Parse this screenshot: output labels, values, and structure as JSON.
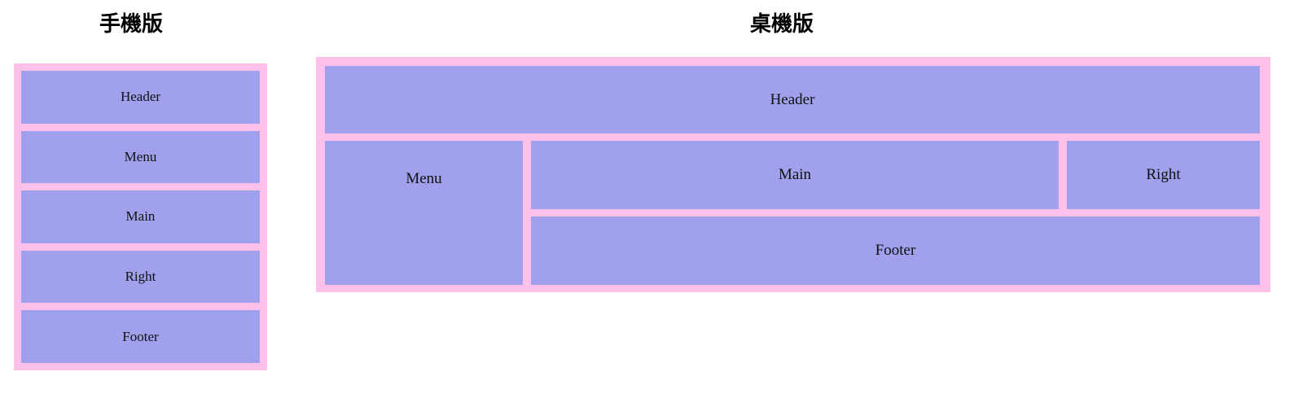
{
  "mobile": {
    "title": "手機版",
    "regions": [
      {
        "name": "header",
        "label": "Header"
      },
      {
        "name": "menu",
        "label": "Menu"
      },
      {
        "name": "main",
        "label": "Main"
      },
      {
        "name": "right",
        "label": "Right"
      },
      {
        "name": "footer",
        "label": "Footer"
      }
    ]
  },
  "desktop": {
    "title": "桌機版",
    "regions": [
      {
        "name": "header",
        "label": "Header"
      },
      {
        "name": "menu",
        "label": "Menu"
      },
      {
        "name": "main",
        "label": "Main"
      },
      {
        "name": "right",
        "label": "Right"
      },
      {
        "name": "footer",
        "label": "Footer"
      }
    ]
  },
  "colors": {
    "frame_background": "#ffc0ea",
    "cell_background": "#a0a0ec",
    "label_text": "#111111",
    "title_text": "#000000",
    "page_background": "#ffffff"
  }
}
